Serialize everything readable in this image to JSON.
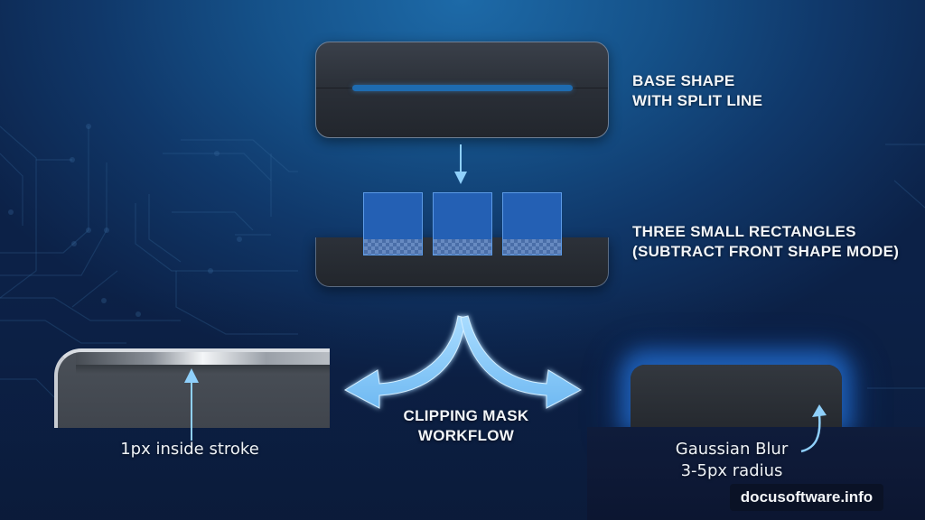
{
  "diagram": {
    "step1": {
      "label_line1": "BASE SHAPE",
      "label_line2": "WITH SPLIT LINE"
    },
    "step2": {
      "label_line1": "THREE SMALL RECTANGLES",
      "label_line2": "(SUBTRACT FRONT SHAPE MODE)",
      "rectangle_count": 3
    },
    "center": {
      "label_line1": "CLIPPING MASK",
      "label_line2": "WORKFLOW"
    },
    "left_result": {
      "caption": "1px inside stroke"
    },
    "right_result": {
      "caption_line1": "Gaussian Blur",
      "caption_line2": "3-5px radius"
    },
    "watermark": "docusoftware.info"
  },
  "colors": {
    "background_center": "#1d6aa8",
    "background_edge": "#0c2147",
    "shape_fill": "#2a2f37",
    "split_line": "#1e6bb0",
    "rectangle_fill": "#2460b4",
    "arrow_light_blue": "#7cc4f5",
    "glow_blue": "#2882f0",
    "text": "#f2f5f8"
  },
  "icons": {
    "down_arrow": "arrow-down-icon",
    "up_arrow": "arrow-up-icon",
    "split_arrows": "curved-double-arrow-icon",
    "curve_arrow": "curved-arrow-up-icon"
  }
}
